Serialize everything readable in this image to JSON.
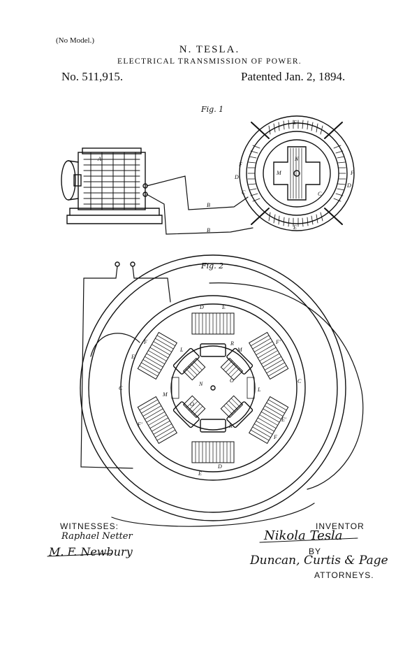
{
  "header": {
    "model_note": "(No Model.)",
    "inventor": "N. TESLA.",
    "title": "ELECTRICAL TRANSMISSION OF POWER.",
    "patent_number": "No. 511,915.",
    "patented_date": "Patented Jan. 2, 1894."
  },
  "figures": {
    "fig1_caption": "Fig. 1",
    "fig2_caption": "Fig. 2",
    "fig1_labels": {
      "E": "E",
      "F": "F",
      "D": "D",
      "C": "C",
      "M": "M",
      "N": "N",
      "B": "B",
      "A": "A"
    },
    "fig2_labels": {
      "D": "D",
      "E": "E",
      "R": "R",
      "M": "M",
      "L": "L",
      "N": "N",
      "O": "O",
      "C": "C",
      "F": "F",
      "Ep": "E'",
      "Fp": "F'"
    }
  },
  "footer": {
    "witnesses_label": "WITNESSES:",
    "witness1": "Raphael Netter",
    "witness2": "M. F. Newbury",
    "inventor_label": "INVENTOR",
    "inventor_signature": "Nikola Tesla",
    "by_label": "BY",
    "attorneys_signature": "Duncan, Curtis & Page",
    "attorneys_label": "ATTORNEYS."
  }
}
